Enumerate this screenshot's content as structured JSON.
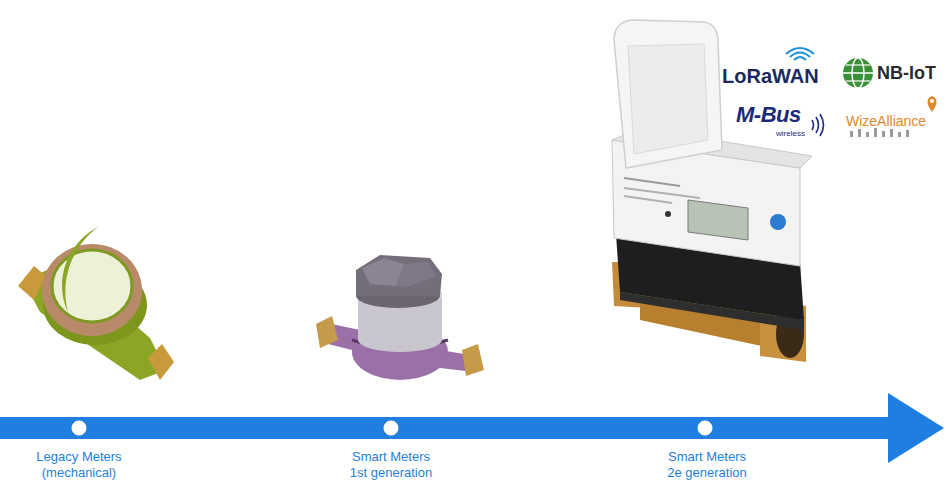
{
  "diagram": {
    "labels": [
      "Legacy Meters (mechanical)",
      "Smart Meters 1st generation",
      "Smart Meters 2e generation",
      "LoRaWAN",
      "NB-IoT",
      "M-Bus",
      "wireless",
      "WizeAlliance"
    ]
  }
}
